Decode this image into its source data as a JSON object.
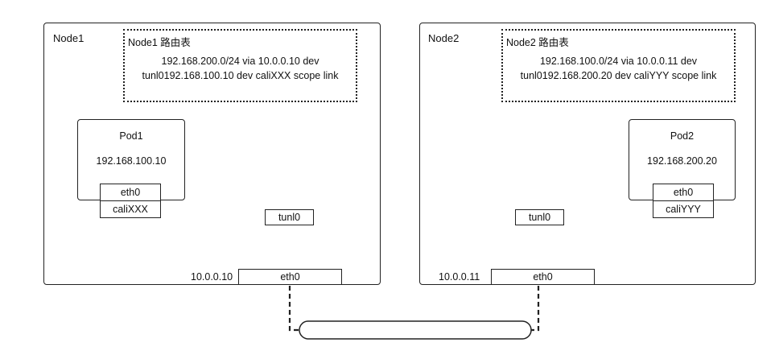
{
  "node1": {
    "label": "Node1",
    "route_title": "Node1 路由表",
    "route_lines": [
      "192.168.200.0/24 via 10.0.0.10 dev",
      "tunl0192.168.100.10 dev caliXXX scope link"
    ],
    "pod": {
      "name": "Pod1",
      "ip": "192.168.100.10",
      "eth": "eth0",
      "veth": "caliXXX"
    },
    "tunnel": "tunl0",
    "host_eth": "eth0",
    "host_ip": "10.0.0.10"
  },
  "node2": {
    "label": "Node2",
    "route_title": "Node2 路由表",
    "route_lines": [
      "192.168.100.0/24 via 10.0.0.11 dev",
      "tunl0192.168.200.20 dev caliYYY scope link"
    ],
    "pod": {
      "name": "Pod2",
      "ip": "192.168.200.20",
      "eth": "eth0",
      "veth": "caliYYY"
    },
    "tunnel": "tunl0",
    "host_eth": "eth0",
    "host_ip": "10.0.0.11"
  }
}
